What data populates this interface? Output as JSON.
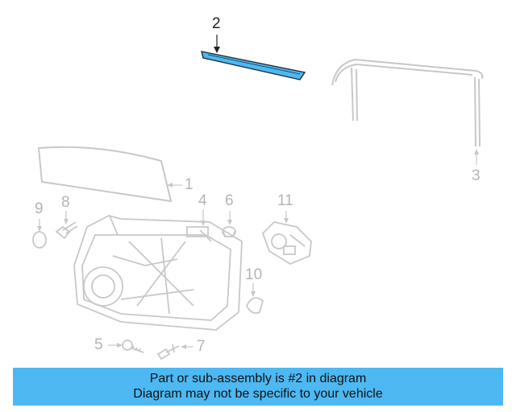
{
  "diagram": {
    "callouts": {
      "c1": "1",
      "c2": "2",
      "c3": "3",
      "c4": "4",
      "c5": "5",
      "c6": "6",
      "c7": "7",
      "c8": "8",
      "c9": "9",
      "c10": "10",
      "c11": "11"
    },
    "highlighted_part": "2",
    "colors": {
      "highlight": "#4db8f2",
      "part_outline": "#c8c8c8",
      "active_text": "#222222",
      "muted_text": "#b4b4b4"
    }
  },
  "caption": {
    "line1": "Part or sub-assembly is #2 in diagram",
    "line2": "Diagram may not be specific to your vehicle"
  }
}
